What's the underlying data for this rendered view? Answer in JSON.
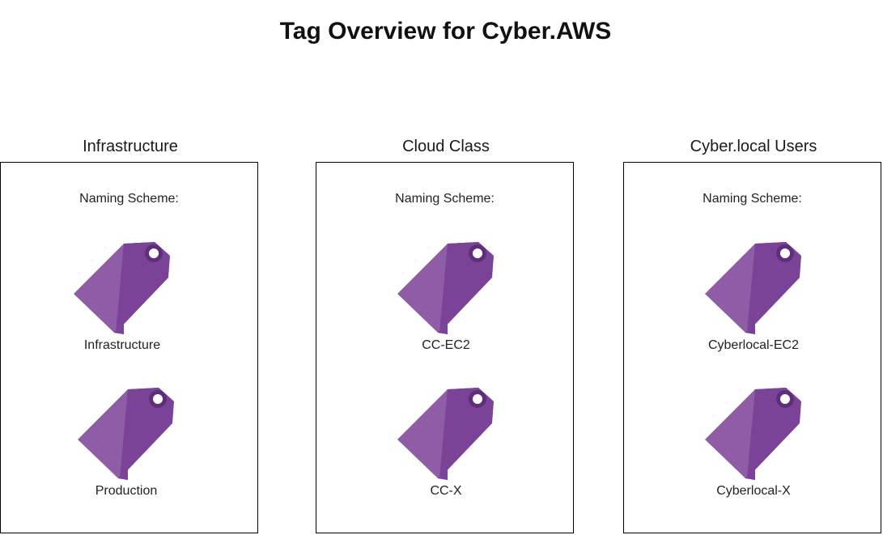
{
  "title": "Tag Overview for Cyber.AWS",
  "colors": {
    "tag_light": "#8F5DA6",
    "tag_dark": "#7A4397",
    "tag_hole_ring": "#5F2E7A",
    "tag_hole": "#FFFFFF"
  },
  "groups": [
    {
      "label": "Infrastructure",
      "naming_label": "Naming Scheme:",
      "tags": [
        {
          "icon": "tag-icon",
          "label": "Infrastructure"
        },
        {
          "icon": "tag-icon",
          "label": "Production"
        }
      ]
    },
    {
      "label": "Cloud Class",
      "naming_label": "Naming Scheme:",
      "tags": [
        {
          "icon": "tag-icon",
          "label": "CC-EC2"
        },
        {
          "icon": "tag-icon",
          "label": "CC-X"
        }
      ]
    },
    {
      "label": "Cyber.local Users",
      "naming_label": "Naming Scheme:",
      "tags": [
        {
          "icon": "tag-icon",
          "label": "Cyberlocal-EC2"
        },
        {
          "icon": "tag-icon",
          "label": "Cyberlocal-X"
        }
      ]
    }
  ]
}
